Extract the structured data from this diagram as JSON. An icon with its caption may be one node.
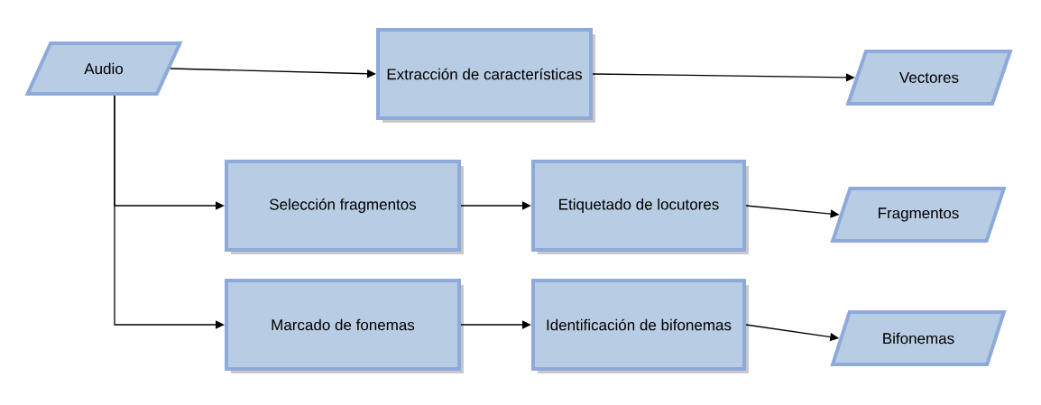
{
  "diagram": {
    "nodes": [
      {
        "text": [
          "Audio"
        ]
      },
      {
        "text": [
          "Extracción de características"
        ]
      },
      {
        "text": [
          "Vectores"
        ]
      },
      {
        "text": [
          "Selección fragmentos"
        ]
      },
      {
        "text": [
          "Etiquetado de locutores"
        ]
      },
      {
        "text": [
          "Fragmentos"
        ]
      },
      {
        "text": [
          "Marcado de fonemas"
        ]
      },
      {
        "text": [
          "Identificación de bifonemas"
        ]
      },
      {
        "text": [
          "Bifonemas"
        ]
      }
    ],
    "edges": [
      {
        "from": 0,
        "to": 1,
        "arrow": "to"
      },
      {
        "from": 1,
        "to": 2,
        "arrow": "to"
      },
      {
        "from": 0,
        "to": 3,
        "arrow": "to"
      },
      {
        "from": 3,
        "to": 4,
        "arrow": "to"
      },
      {
        "from": 4,
        "to": 5,
        "arrow": "to"
      },
      {
        "from": 0,
        "to": 6,
        "arrow": "to"
      },
      {
        "from": 6,
        "to": 7,
        "arrow": "to"
      },
      {
        "from": 7,
        "to": 8,
        "arrow": "to"
      }
    ]
  }
}
